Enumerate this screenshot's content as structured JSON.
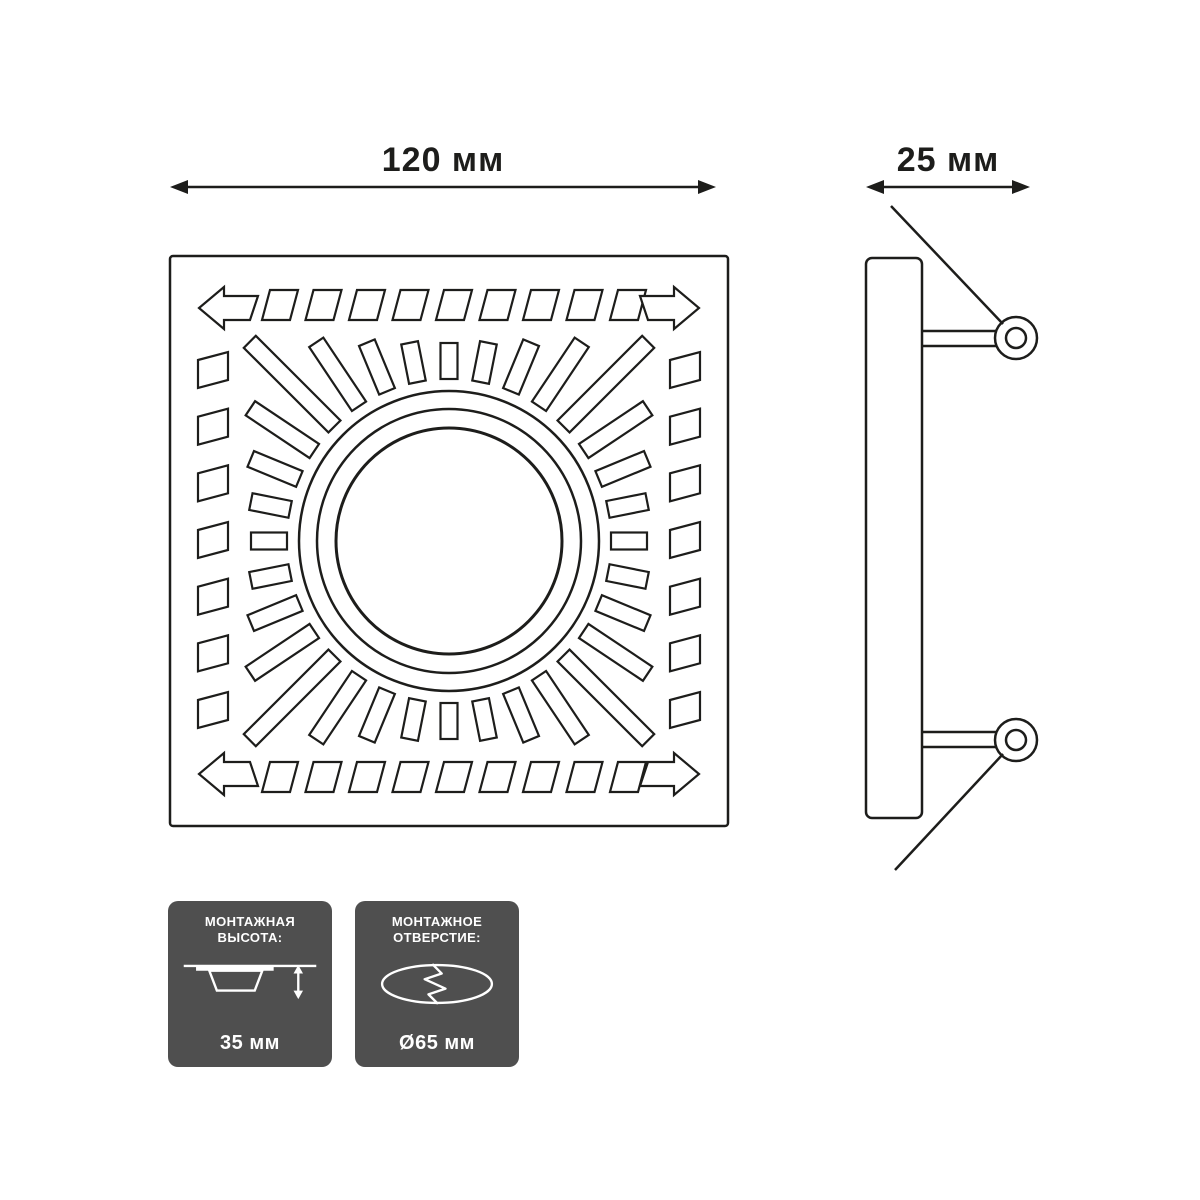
{
  "dimensions": {
    "width_label": "120 мм",
    "depth_label": "25 мм"
  },
  "badges": [
    {
      "icon": "mounting-height-icon",
      "title_line1": "МОНТАЖНАЯ",
      "title_line2": "ВЫСОТА:",
      "value": "35 мм"
    },
    {
      "icon": "mounting-hole-icon",
      "title_line1": "МОНТАЖНОЕ",
      "title_line2": "ОТВЕРСТИЕ:",
      "value": "Ø65 мм"
    }
  ],
  "colors": {
    "line": "#1d1d1b",
    "badge_bg": "#4f4f4f",
    "badge_text": "#ffffff",
    "background": "#ffffff"
  }
}
